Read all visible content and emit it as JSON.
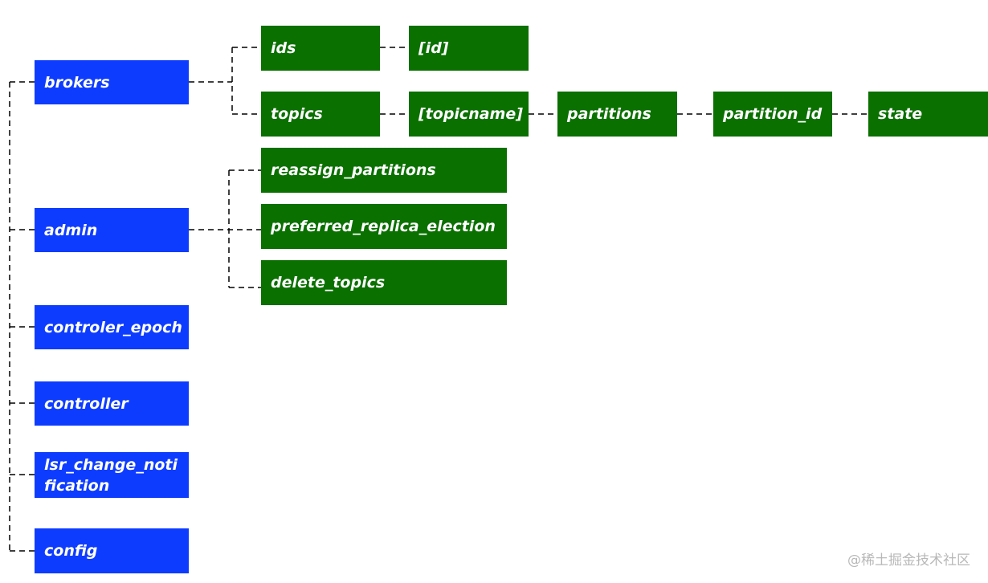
{
  "colors": {
    "root_nodes": "#0e3cff",
    "child_nodes": "#0a7000",
    "connectors": "#000000"
  },
  "root_nodes": [
    "brokers",
    "admin",
    "controler_epoch",
    "controller",
    "lsr_change_notification",
    "config"
  ],
  "brokers": {
    "ids": "ids",
    "id": "[id]",
    "topics": "topics",
    "topicname": "[topicname]",
    "partitions": "partitions",
    "partition_id": "partition_id",
    "state": "state"
  },
  "admin": {
    "reassign": "reassign_partitions",
    "preferred": "preferred_replica_election",
    "delete": "delete_topics"
  },
  "watermark": "@稀土掘金技术社区"
}
